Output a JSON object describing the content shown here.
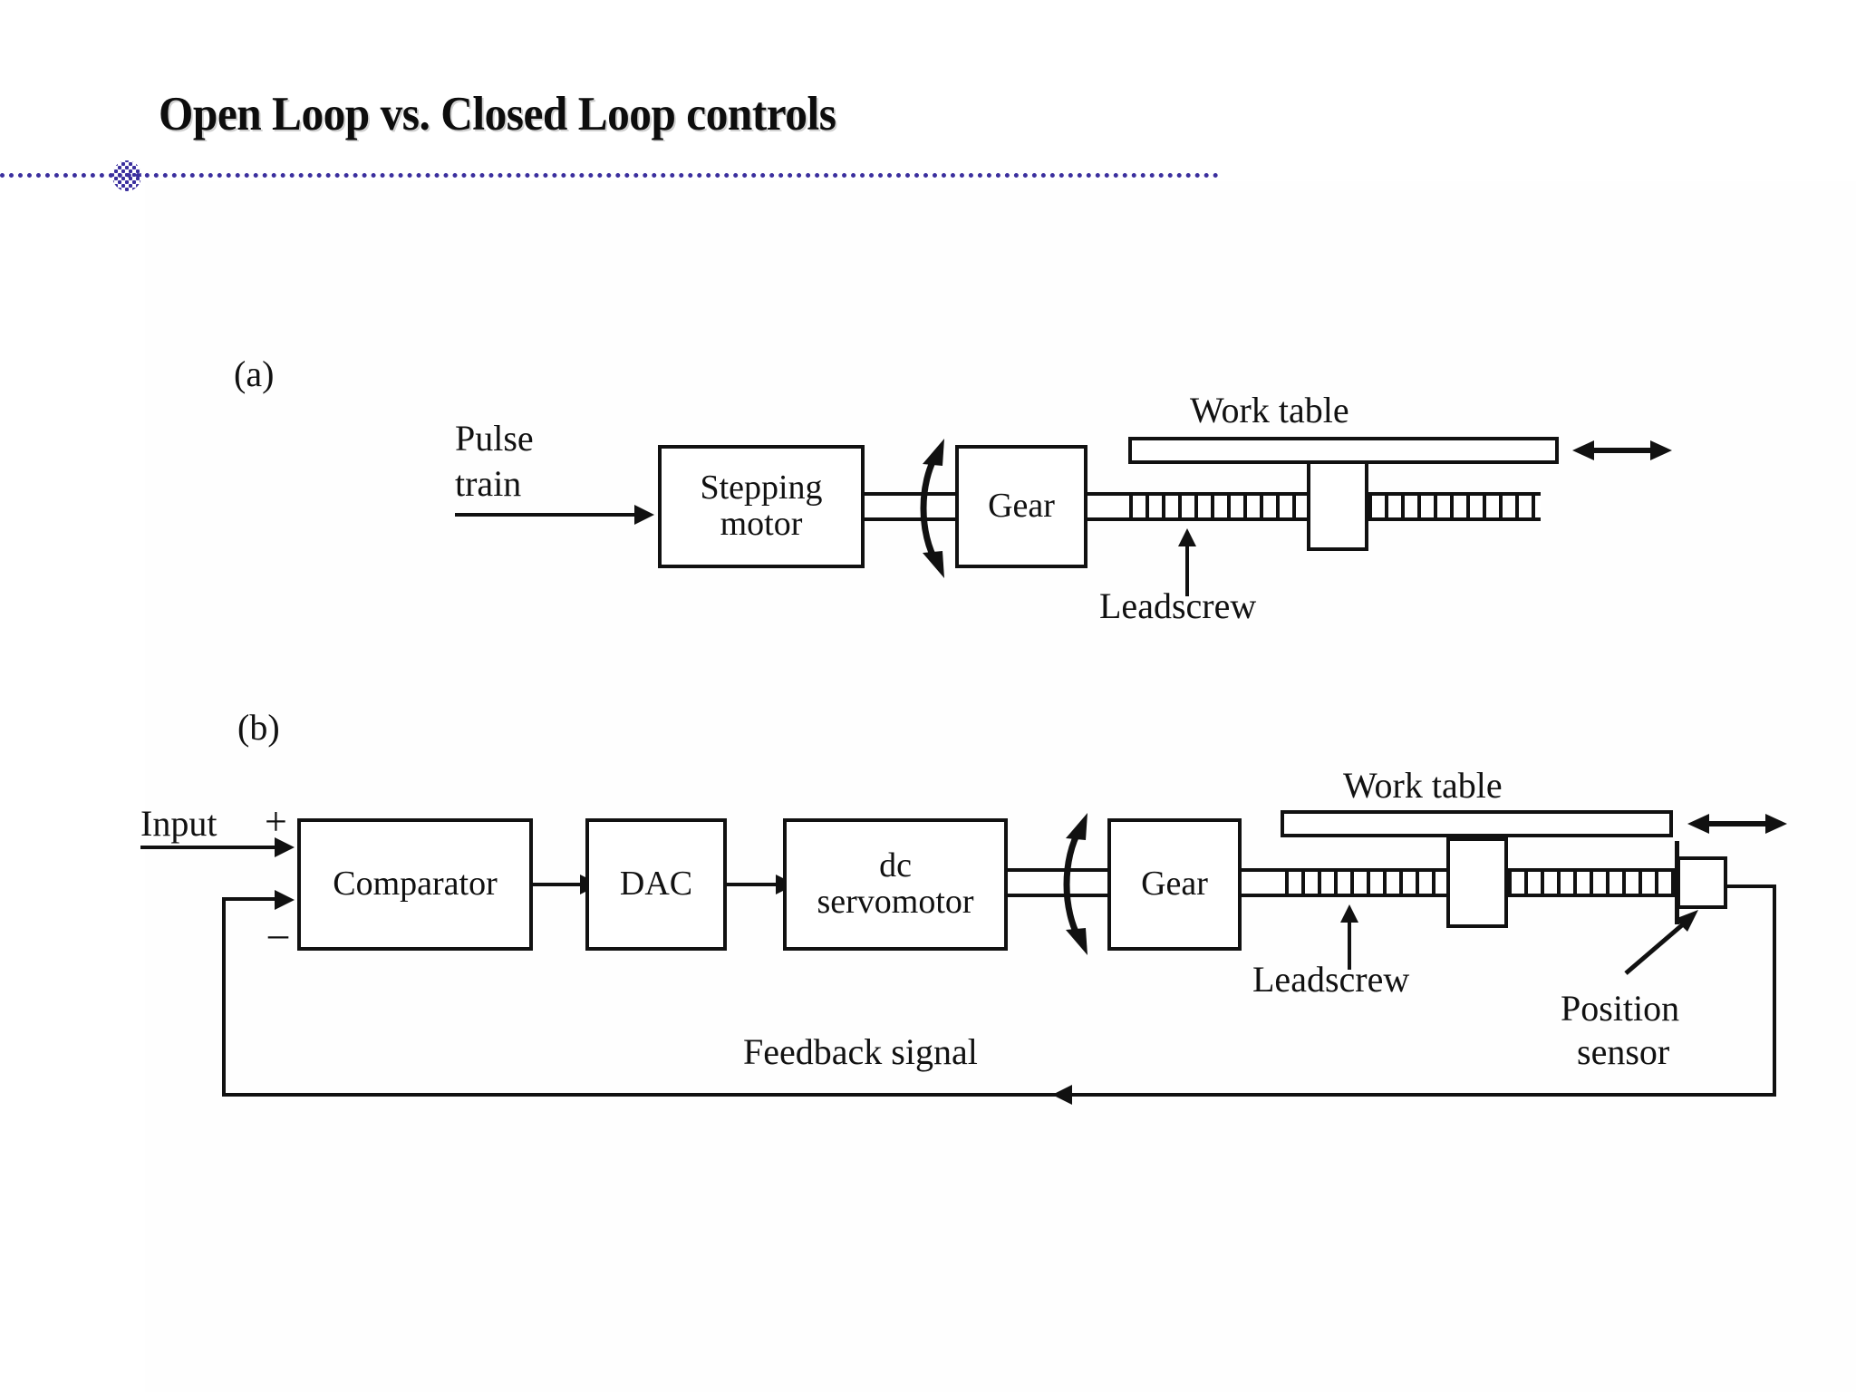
{
  "slide": {
    "title": "Open Loop vs. Closed Loop controls",
    "divider_color": "#3b2f9e",
    "ink_color": "#111111",
    "background": "#ffffff"
  },
  "figure_a": {
    "label": "(a)",
    "input_label_line1": "Pulse",
    "input_label_line2": "train",
    "blocks": [
      {
        "name": "stepping-motor",
        "line1": "Stepping",
        "line2": "motor"
      },
      {
        "name": "gear",
        "line1": "Gear",
        "line2": ""
      }
    ],
    "work_table_label": "Work table",
    "leadscrew_label": "Leadscrew",
    "icons": {
      "input_arrow": "arrow-right-icon",
      "rotation_arrow": "rotation-double-arrow-icon",
      "table_travel_arrow": "double-arrow-horizontal-icon",
      "leadscrew_pointer": "arrow-up-icon"
    }
  },
  "figure_b": {
    "label": "(b)",
    "input_label": "Input",
    "plus_sign": "+",
    "minus_sign": "–",
    "blocks": [
      {
        "name": "comparator",
        "line1": "Comparator",
        "line2": ""
      },
      {
        "name": "dac",
        "line1": "DAC",
        "line2": ""
      },
      {
        "name": "dc-servomotor",
        "line1": "dc",
        "line2": "servomotor"
      },
      {
        "name": "gear",
        "line1": "Gear",
        "line2": ""
      }
    ],
    "work_table_label": "Work table",
    "leadscrew_label": "Leadscrew",
    "position_sensor_label_line1": "Position",
    "position_sensor_label_line2": "sensor",
    "feedback_label": "Feedback signal",
    "icons": {
      "input_arrow": "arrow-right-icon",
      "feedback_arrow": "arrow-left-icon",
      "rotation_arrow": "rotation-double-arrow-icon",
      "table_travel_arrow": "double-arrow-horizontal-icon",
      "leadscrew_pointer": "arrow-up-icon",
      "sensor_pointer": "arrow-diagonal-icon"
    }
  }
}
